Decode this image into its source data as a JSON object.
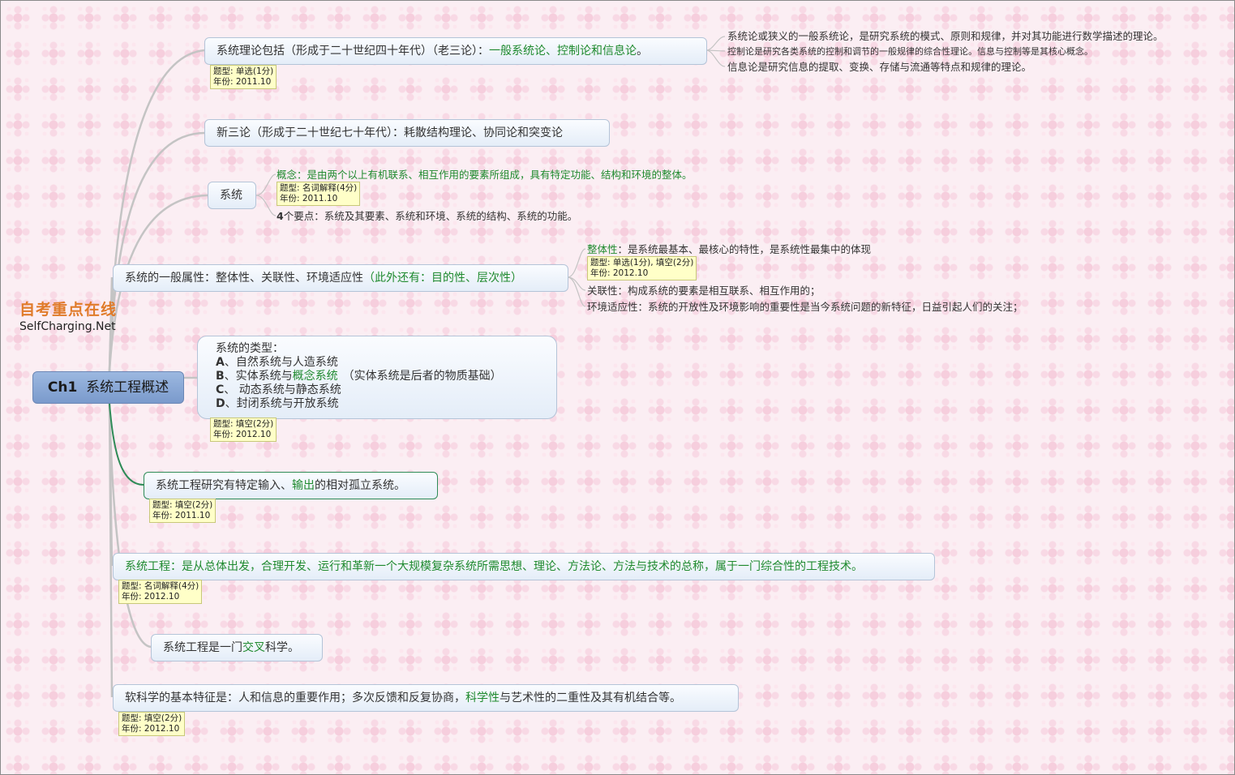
{
  "root": {
    "prefix": "Ch1",
    "title": "系统工程概述"
  },
  "logo": {
    "cn": "自考重点在线",
    "en": "SelfCharging.Net"
  },
  "colors": {
    "green": "#1f8a2e",
    "node_border": "#b4c4d8",
    "note_bg": "#ffffc8"
  },
  "nodes": [
    {
      "pre": "系统理论包括（形成于二十世纪四十年代）（老三论）：",
      "green": "一般系统论、控制论和信息论",
      "post": "。",
      "note": {
        "type": "题型: 单选(1分)",
        "year": "年份: 2011.10"
      },
      "subs": [
        "系统论或狭义的一般系统论，是研究系统的模式、原则和规律，并对其功能进行数学描述的理论。",
        "控制论是研究各类系统的控制和调节的一般规律的综合性理论。信息与控制等是其核心概念。",
        "信息论是研究信息的提取、变换、存储与流通等特点和规律的理论。"
      ]
    },
    {
      "text": "新三论（形成于二十世纪七十年代）：耗散结构理论、协同论和突变论"
    },
    {
      "text": "系统",
      "concept_label": "概念：",
      "concept_text": "是由两个以上有机联系、相互作用的要素所组成，具有特定功能、结构和环境的整体。",
      "note": {
        "type": "题型: 名词解释(4分)",
        "year": "年份: 2011.10"
      },
      "points_bold": "4",
      "points_text": "个要点：系统及其要素、系统和环境、系统的结构、系统的功能。"
    },
    {
      "pre": "系统的一般属性：整体性、关联性、环境适应性",
      "green": "（此外还有：目的性、层次性）",
      "subs": [
        {
          "green": "整体性",
          "text": "：是系统最基本、最核心的特性，是系统性最集中的体现",
          "note": {
            "type": "题型: 单选(1分), 填空(2分)",
            "year": "年份: 2012.10"
          }
        },
        {
          "text": "关联性：构成系统的要素是相互联系、相互作用的；"
        },
        {
          "text": "环境适应性：系统的开放性及环境影响的重要性是当今系统问题的新特征，日益引起人们的关注；"
        }
      ]
    },
    {
      "heading": "系统的类型：",
      "items": [
        {
          "letter": "A",
          "text": "、自然系统与人造系统"
        },
        {
          "letter": "B",
          "text": "、实体系统与",
          "green": "概念系统",
          "post": "（实体系统是后者的物质基础）"
        },
        {
          "letter": "C",
          "text": "、 动态系统与静态系统"
        },
        {
          "letter": "D",
          "text": "、封闭系统与开放系统"
        }
      ],
      "note": {
        "type": "题型: 填空(2分)",
        "year": "年份: 2012.10"
      }
    },
    {
      "pre": "系统工程研究有特定输入、",
      "green": "输出",
      "post": "的相对孤立系统。",
      "note": {
        "type": "题型: 填空(2分)",
        "year": "年份: 2011.10"
      }
    },
    {
      "green": "系统工程：是从总体出发，合理开发、运行和革新一个大规模复杂系统所需思想、理论、方法论、方法与技术的总称，属于一门综合性的工程技术。",
      "note": {
        "type": "题型: 名词解释(4分)",
        "year": "年份: 2012.10"
      }
    },
    {
      "pre": "系统工程是一门",
      "green": "交叉",
      "post": "科学。"
    },
    {
      "pre": "软科学的基本特征是：人和信息的重要作用；多次反馈和反复协商，",
      "green": "科学性",
      "post": "与艺术性的二重性及其有机结合等。",
      "note": {
        "type": "题型: 填空(2分)",
        "year": "年份: 2012.10"
      }
    }
  ]
}
